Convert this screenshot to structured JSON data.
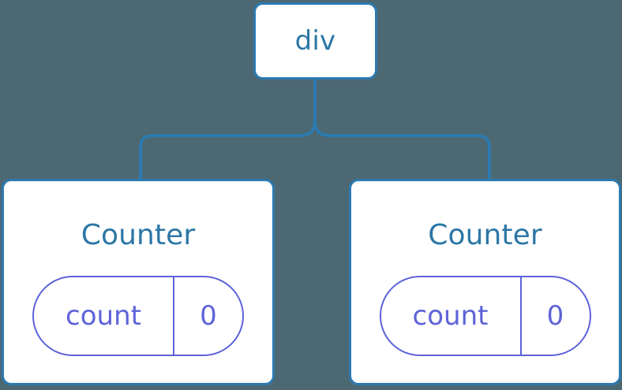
{
  "diagram": {
    "type": "component-tree",
    "background_color": "#4c6873",
    "edge_color": "#2c7ab0",
    "node_border_color": "#2c7ab0",
    "node_fill_color": "#ffffff",
    "node_label_color": "#2c77a6",
    "state_accent_color": "#5e63d8",
    "root": {
      "label": "div"
    },
    "children": [
      {
        "label": "Counter",
        "state": {
          "key": "count",
          "value": "0"
        }
      },
      {
        "label": "Counter",
        "state": {
          "key": "count",
          "value": "0"
        }
      }
    ]
  }
}
